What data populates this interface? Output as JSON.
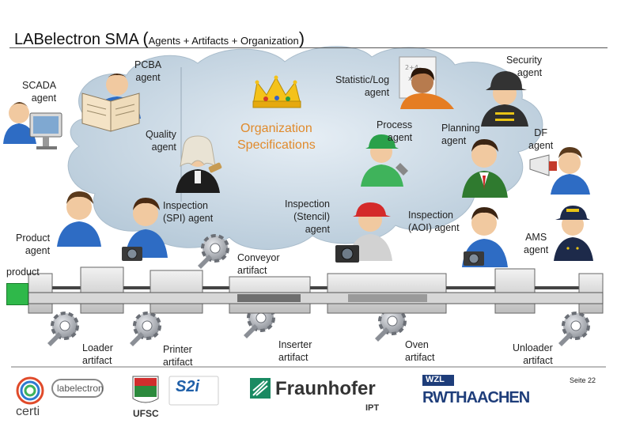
{
  "title": {
    "main": "LABelectron SMA",
    "sub": "Agents + Artifacts + Organization"
  },
  "organization": {
    "line1": "Organization",
    "line2": "Specifications"
  },
  "agents": {
    "scada": {
      "line1": "SCADA",
      "line2": "agent"
    },
    "pcba": {
      "line1": "PCBA",
      "line2": "agent"
    },
    "statistic": {
      "line1": "Statistic/Log",
      "line2": "agent"
    },
    "security": {
      "line1": "Security",
      "line2": "agent"
    },
    "quality": {
      "line1": "Quality",
      "line2": "agent"
    },
    "process": {
      "line1": "Process",
      "line2": "agent"
    },
    "planning": {
      "line1": "Planning",
      "line2": "agent"
    },
    "df": {
      "line1": "DF",
      "line2": "agent"
    },
    "spi": {
      "line1": "Inspection",
      "line2": "(SPI) agent"
    },
    "stencil": {
      "line1": "Inspection",
      "line2": "(Stencil)",
      "line3": "agent"
    },
    "aoi": {
      "line1": "Inspection",
      "line2": "(AOI) agent"
    },
    "product": {
      "line1": "Product",
      "line2": "agent"
    },
    "ams": {
      "line1": "AMS",
      "line2": "agent"
    }
  },
  "artifacts": {
    "conveyor": {
      "line1": "Conveyor",
      "line2": "artifact"
    },
    "loader": {
      "line1": "Loader",
      "line2": "artifact"
    },
    "printer": {
      "line1": "Printer",
      "line2": "artifact"
    },
    "inserter": {
      "line1": "Inserter",
      "line2": "artifact"
    },
    "oven": {
      "line1": "Oven",
      "line2": "artifact"
    },
    "unloader": {
      "line1": "Unloader",
      "line2": "artifact"
    }
  },
  "product_label": "product",
  "page_number": "Seite 22",
  "logos": {
    "certi": "certi",
    "labelectron": "labelectron",
    "ufsc": "UFSC",
    "s2i": "S2i",
    "fraunhofer": "Fraunhofer",
    "ipt": "IPT",
    "wzl": "WZL",
    "rwth": "RWTHAACHEN"
  },
  "colors": {
    "cloud": "#c9d9e6",
    "org_text": "#e08a2c",
    "product_box": "#2fb84a"
  }
}
